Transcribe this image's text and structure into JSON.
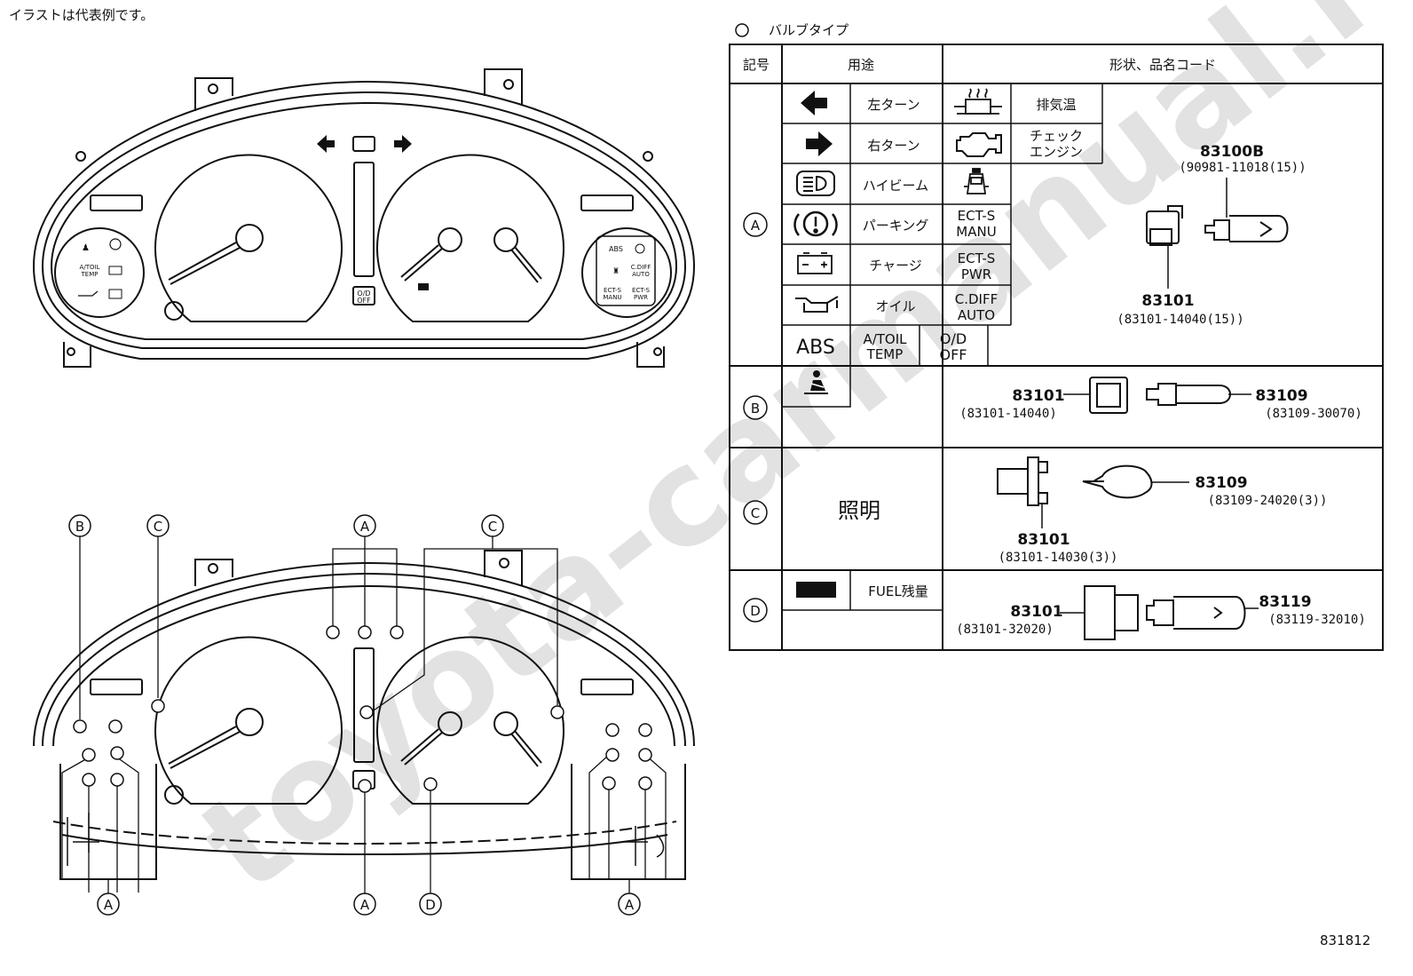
{
  "note": "イラストは代表例です。",
  "page_id": "831812",
  "watermark": "toyota-carmanual.ru",
  "legend": {
    "title": "バルブタイプ",
    "headers": {
      "symbol": "記号",
      "use": "用途",
      "shape": "形状、品名コード"
    }
  },
  "rows": {
    "a": {
      "mark": "A",
      "uses": {
        "left_turn": "左ターン",
        "right_turn": "右ターン",
        "high_beam": "ハイビーム",
        "parking": "パーキング",
        "charge": "チャージ",
        "oil": "オイル",
        "abs": "ABS",
        "at_oil_temp_1": "A/TOIL",
        "at_oil_temp_2": "TEMP",
        "od_off_1": "O/D",
        "od_off_2": "OFF",
        "exhaust_temp": "排気温",
        "check_engine_1": "チェック",
        "check_engine_2": "エンジン",
        "ect_manu_1": "ECT-S",
        "ect_manu_2": "MANU",
        "ect_pwr_1": "ECT-S",
        "ect_pwr_2": "PWR",
        "cdiff_1": "C.DIFF",
        "cdiff_2": "AUTO"
      },
      "bulb_part": "83100B",
      "bulb_code": "(90981-11018(15))",
      "socket_part": "83101",
      "socket_code": "(83101-14040(15))"
    },
    "b": {
      "mark": "B",
      "socket_part": "83101",
      "socket_code": "(83101-14040)",
      "bulb_part": "83109",
      "bulb_code": "(83109-30070)"
    },
    "c": {
      "mark": "C",
      "use": "照明",
      "bulb_part": "83109",
      "bulb_code": "(83109-24020(3))",
      "socket_part": "83101",
      "socket_code": "(83101-14030(3))"
    },
    "d": {
      "mark": "D",
      "use": "FUEL残量",
      "socket_part": "83101",
      "socket_code": "(83101-32020)",
      "bulb_part": "83119",
      "bulb_code": "(83119-32010)"
    }
  },
  "cluster": {
    "od_1": "O/D",
    "od_2": "OFF",
    "at_1": "A/TOIL",
    "at_2": "TEMP",
    "abs": "ABS",
    "cdiff_1": "C.DIFF",
    "cdiff_2": "AUTO",
    "ect_manu_1": "ECT-S",
    "ect_manu_2": "MANU",
    "ect_pwr_1": "ECT-S",
    "ect_pwr_2": "PWR"
  },
  "callouts": {
    "top_b": "B",
    "top_c1": "C",
    "top_a": "A",
    "top_c2": "C",
    "bottom_a1": "A",
    "bottom_a2": "A",
    "bottom_d": "D",
    "bottom_a3": "A"
  }
}
